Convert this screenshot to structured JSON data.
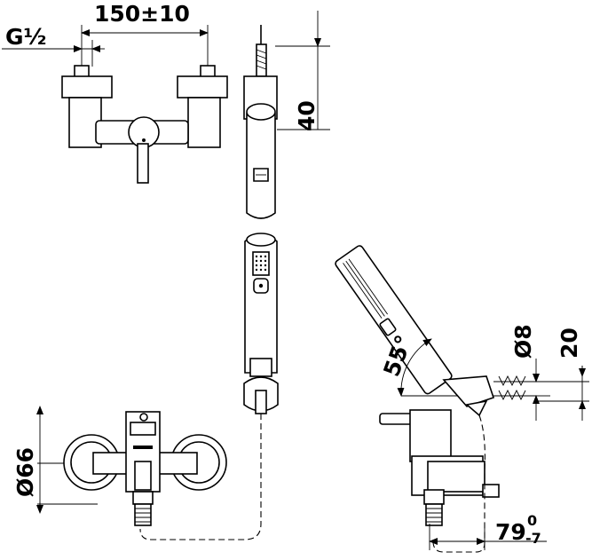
{
  "dimensions": {
    "spacing": "150±10",
    "thread": "G½",
    "height_top": "40",
    "diameter_66": "Ø66",
    "angle": "55°",
    "diameter_8": "Ø8",
    "height_20": "20",
    "depth_main": "79",
    "tol_upper": "0",
    "tol_lower": "-7"
  }
}
